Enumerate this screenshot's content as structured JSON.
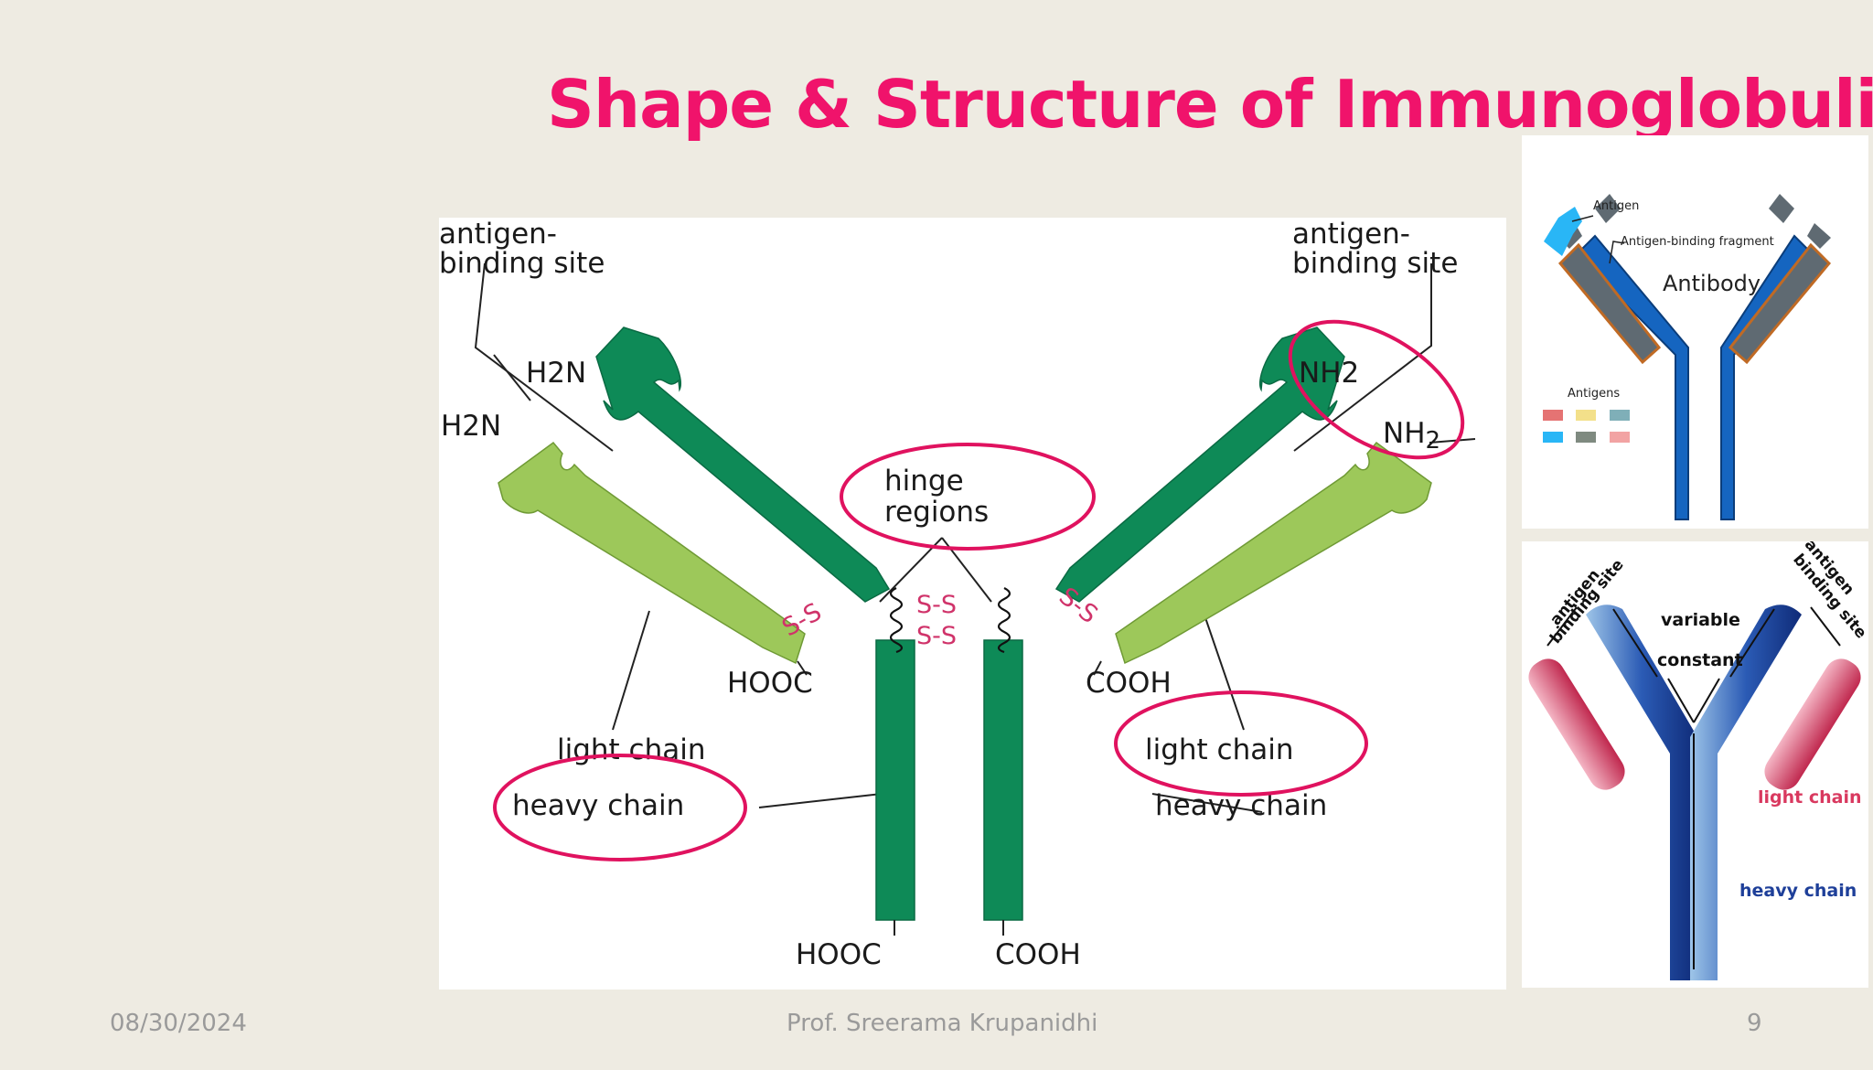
{
  "slide": {
    "title": "Shape & Structure of Immunoglobulin",
    "footer_date": "08/30/2024",
    "footer_author": "Prof. Sreerama Krupanidhi",
    "footer_page": "9"
  },
  "main_diagram": {
    "antigen_binding_site_left_l1": "antigen-",
    "antigen_binding_site_left_l2": "binding site",
    "antigen_binding_site_right_l1": "antigen-",
    "antigen_binding_site_right_l2": "binding site",
    "h2n_top": "H2N",
    "h2n_left": "H2N",
    "nh2_top": "NH2",
    "nh2_right": "NH",
    "nh2_right_sub": "2",
    "hinge_l1": "hinge",
    "hinge_l2": "regions",
    "hooc_left": "HOOC",
    "cooh_right": "COOH",
    "hooc_bottom": "HOOC",
    "cooh_bottom": "COOH",
    "light_chain_left": "light chain",
    "light_chain_right": "light chain",
    "heavy_chain_left": "heavy chain",
    "heavy_chain_right": "heavy chain",
    "ss_label": "S-S",
    "colors": {
      "heavy": "#0E8A57",
      "light": "#9DC85A",
      "highlight": "#E0125F",
      "ss": "#D0336A"
    }
  },
  "antibody_inset": {
    "antigen": "Antigen",
    "fab": "Antigen-binding fragment",
    "antibody": "Antibody",
    "antigens": "Antigens",
    "colors": {
      "heavy": "#1565C0",
      "fab": "#5F6A72",
      "antigen": "#29B6F6"
    }
  },
  "variable_inset": {
    "antigen_binding_left_l1": "antigen",
    "antigen_binding_left_l2": "binding site",
    "antigen_binding_right_l1": "antigen",
    "antigen_binding_right_l2": "binding site",
    "variable": "variable",
    "constant": "constant",
    "light_chain": "light chain",
    "heavy_chain": "heavy chain",
    "colors": {
      "heavy": "#1E3F99",
      "light": "#D9395F"
    }
  }
}
